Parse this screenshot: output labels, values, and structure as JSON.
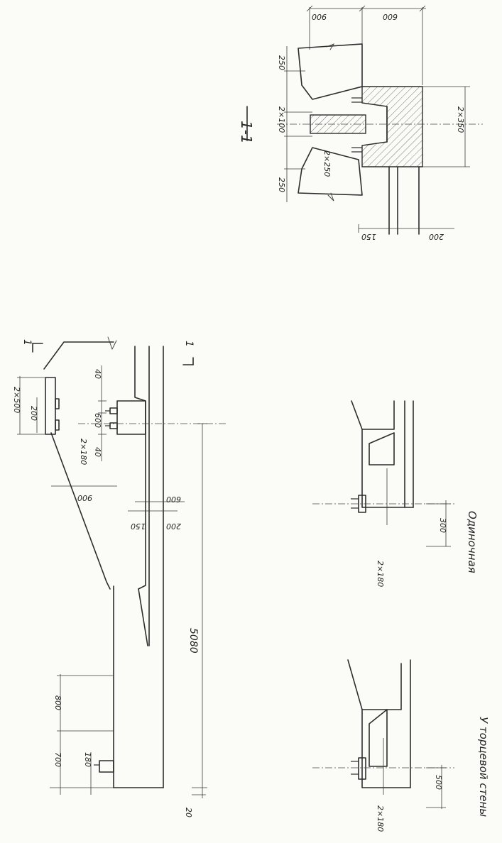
{
  "section": {
    "title": "1-1",
    "dims": {
      "top_a": "900",
      "top_b": "600",
      "left_top": "250",
      "left_mid": "2×100",
      "left_bot": "250",
      "inner": "2×250",
      "right": "2×350",
      "bottom_a": "150",
      "bottom_b": "200"
    }
  },
  "elevation": {
    "cut_mark": "1",
    "dims": {
      "plate_width": "2×500",
      "plate_inner": "200",
      "gap": "600",
      "gap_left": "40",
      "gap_right": "40",
      "plate_offset": "2×180",
      "slope_len": "900",
      "depth_a": "600",
      "depth_b": "150",
      "depth_c": "200",
      "span": "5080",
      "end_a": "800",
      "end_b": "700",
      "end_bolt": "180",
      "end_offset": "20"
    }
  },
  "detail_single": {
    "caption": "Одиночная",
    "dims": {
      "offset": "2×180",
      "height": "300"
    }
  },
  "detail_end_wall": {
    "caption": "У торцевой стены",
    "dims": {
      "offset": "2×180",
      "height": "500"
    }
  }
}
